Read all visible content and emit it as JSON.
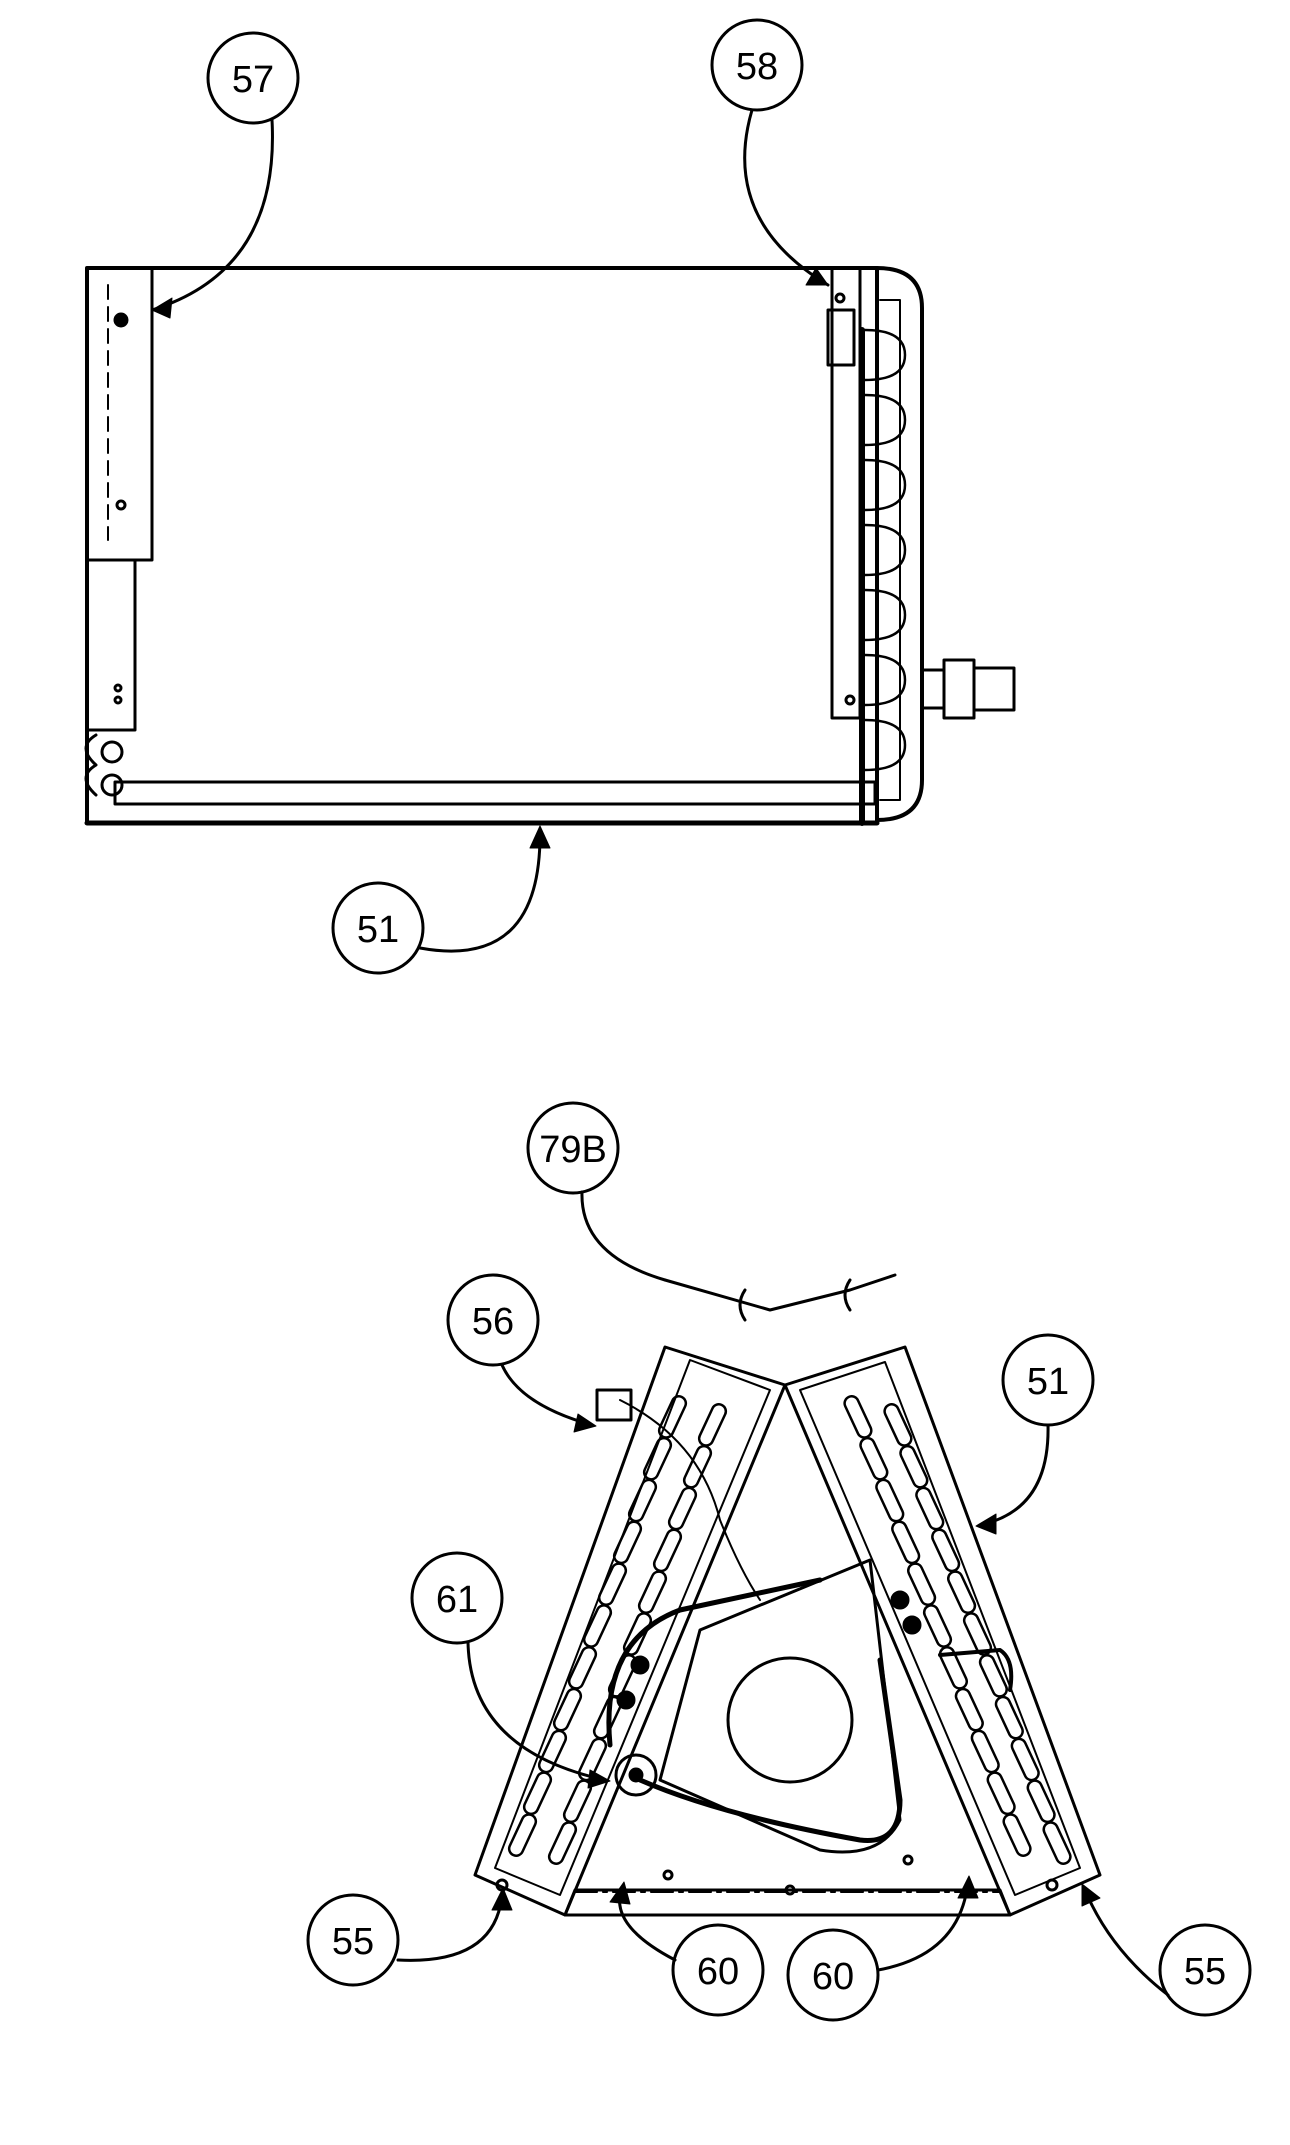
{
  "callouts": {
    "c57": "57",
    "c58": "58",
    "c51_top": "51",
    "c79b": "79B",
    "c56": "56",
    "c51_bottom": "51",
    "c61": "61",
    "c55_left": "55",
    "c60_left": "60",
    "c60_right": "60",
    "c55_right": "55"
  },
  "colors": {
    "ink": "#000000",
    "paper": "#ffffff"
  }
}
